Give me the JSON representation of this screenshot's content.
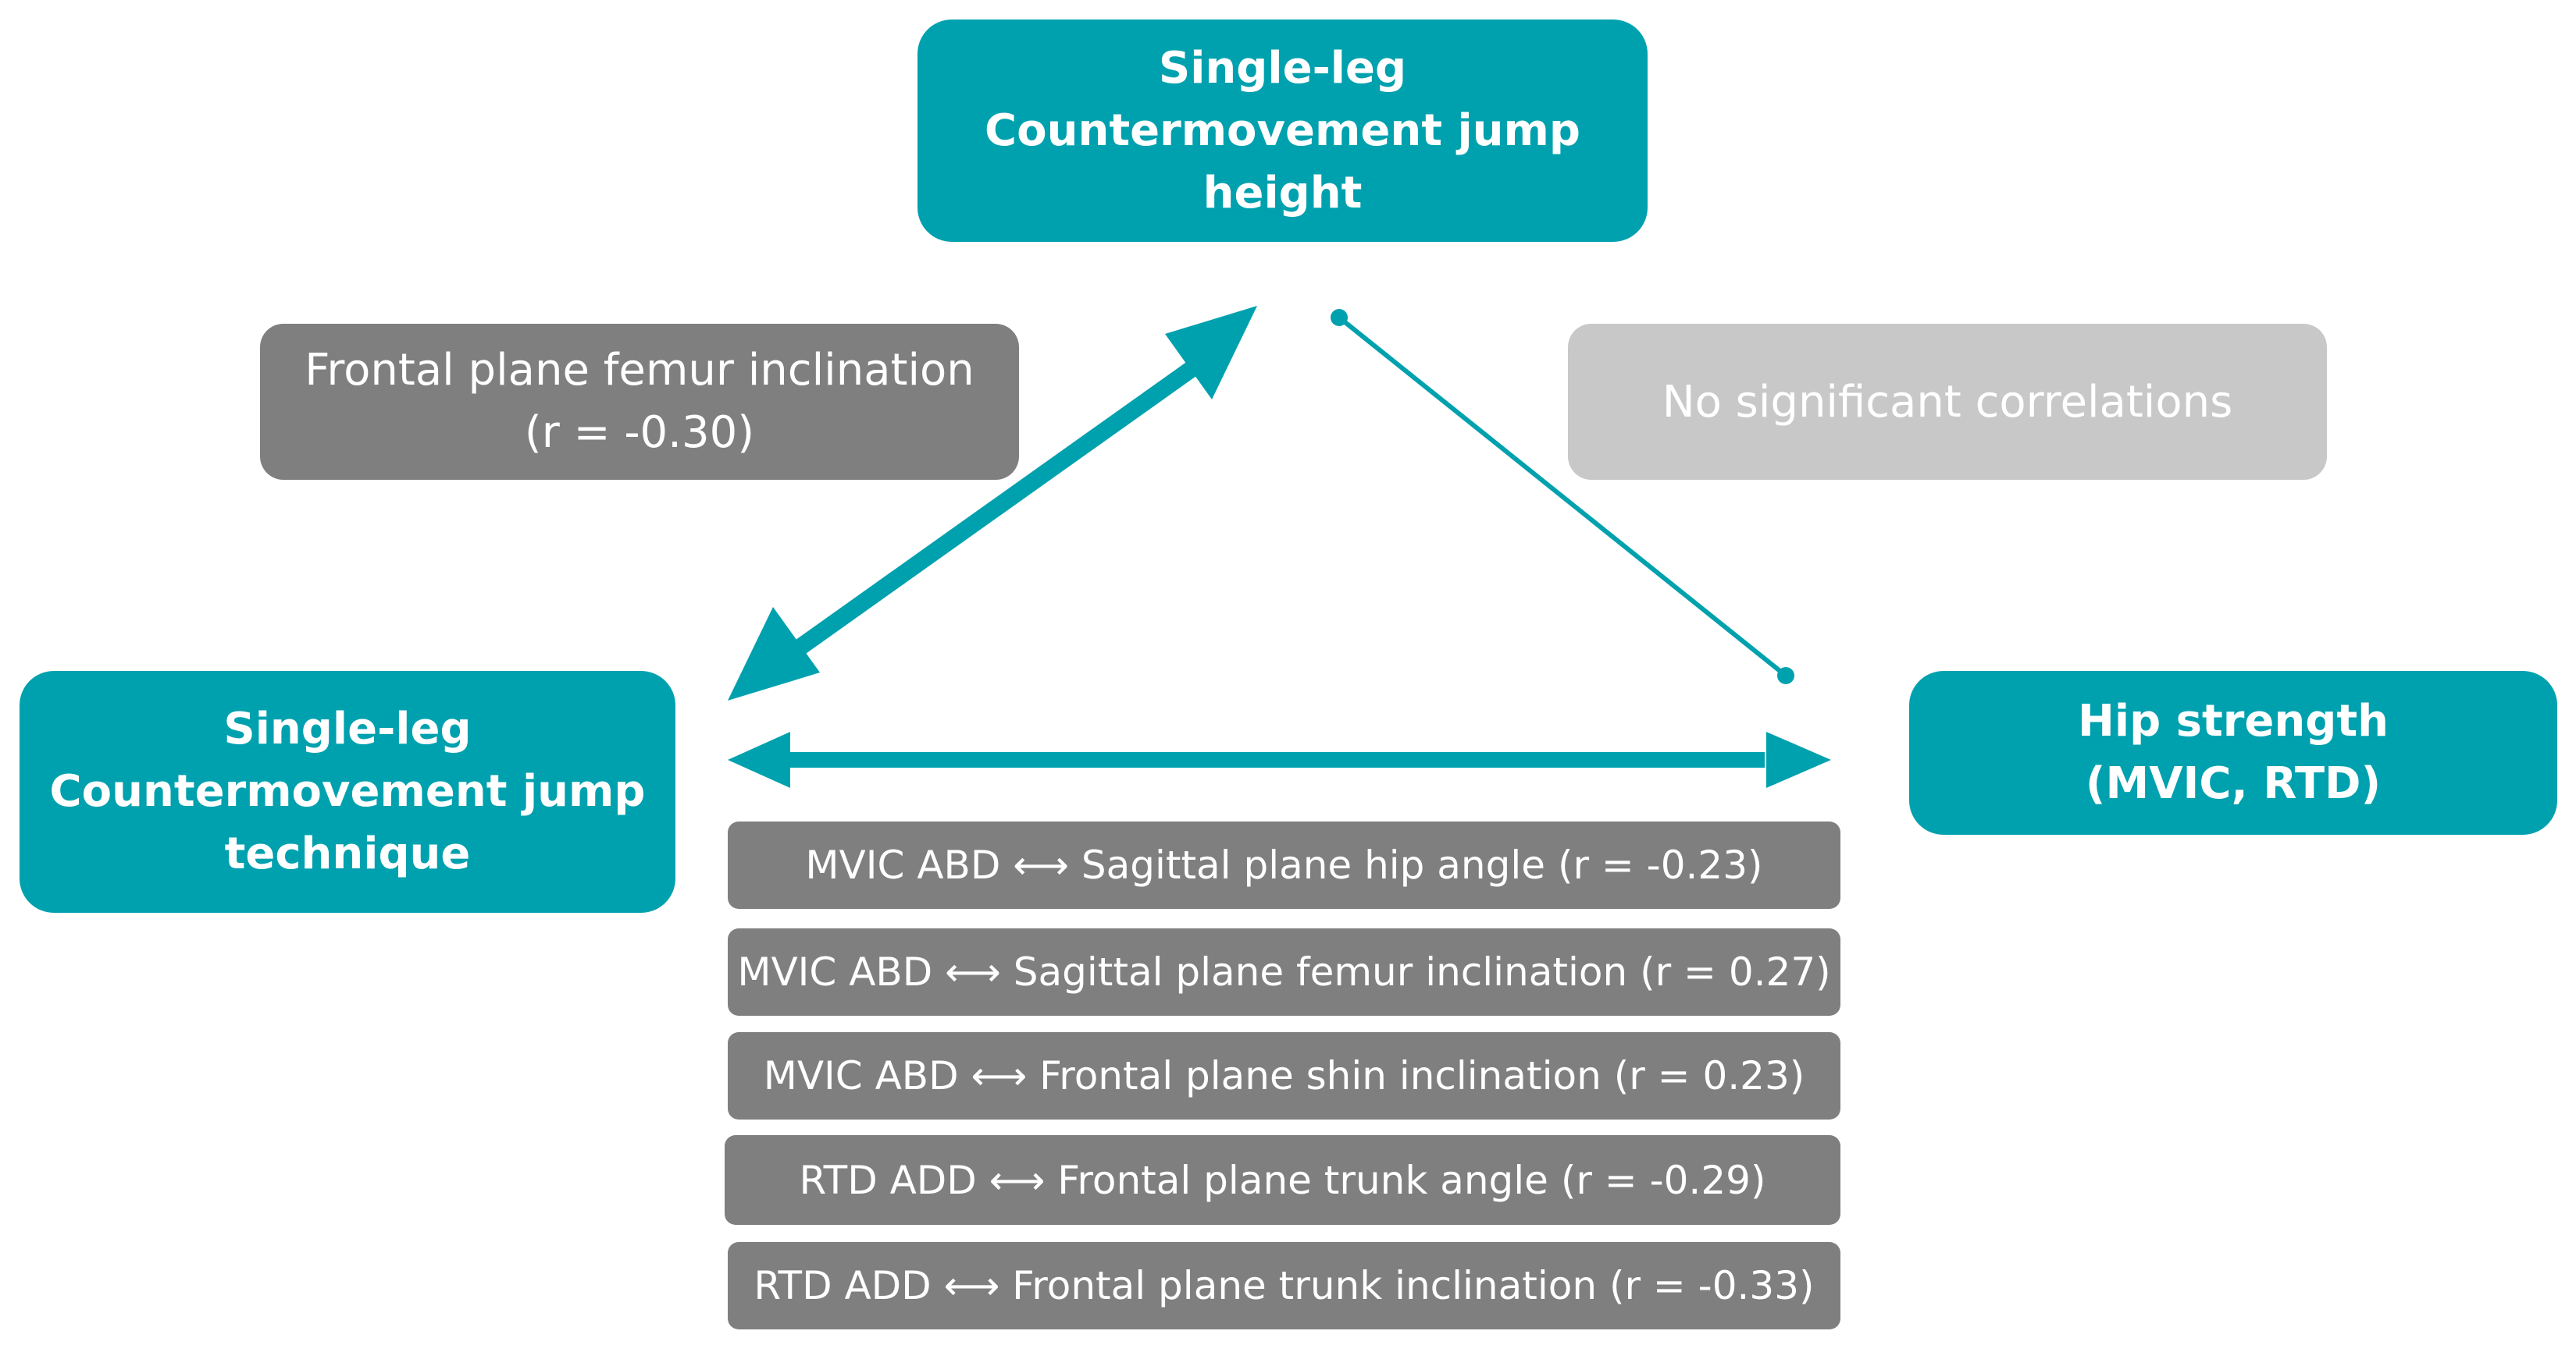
{
  "nodes": {
    "top": {
      "lines": [
        "Single-leg",
        "Countermovement jump",
        "height"
      ]
    },
    "left": {
      "lines": [
        "Single-leg",
        "Countermovement jump",
        "technique"
      ]
    },
    "right": {
      "lines": [
        "Hip strength",
        "(MVIC, RTD)"
      ]
    }
  },
  "labels": {
    "left_corr": {
      "lines": [
        "Frontal plane femur inclination",
        "(r = -0.30)"
      ]
    },
    "right_corr": "No significant correlations"
  },
  "correlations": [
    {
      "strength": "MVIC ABD",
      "arrow": "⟷",
      "technique": "Sagittal plane hip angle",
      "r": "(r = -0.23)"
    },
    {
      "strength": "MVIC ABD",
      "arrow": "⟷",
      "technique": "Sagittal plane femur inclination",
      "r": "(r = 0.27)"
    },
    {
      "strength": "MVIC ABD",
      "arrow": "⟷",
      "technique": "Frontal plane shin inclination",
      "r": "(r = 0.23)"
    },
    {
      "strength": "RTD ADD",
      "arrow": "⟷",
      "technique": "Frontal plane trunk angle",
      "r": "(r = -0.29)"
    },
    {
      "strength": "RTD ADD",
      "arrow": "⟷",
      "technique": "Frontal plane trunk inclination",
      "r": "(r = -0.33)"
    }
  ],
  "colors": {
    "teal": "#00a1ae",
    "dark_grey": "#7f7f7f",
    "light_grey": "#c8c8c8"
  }
}
